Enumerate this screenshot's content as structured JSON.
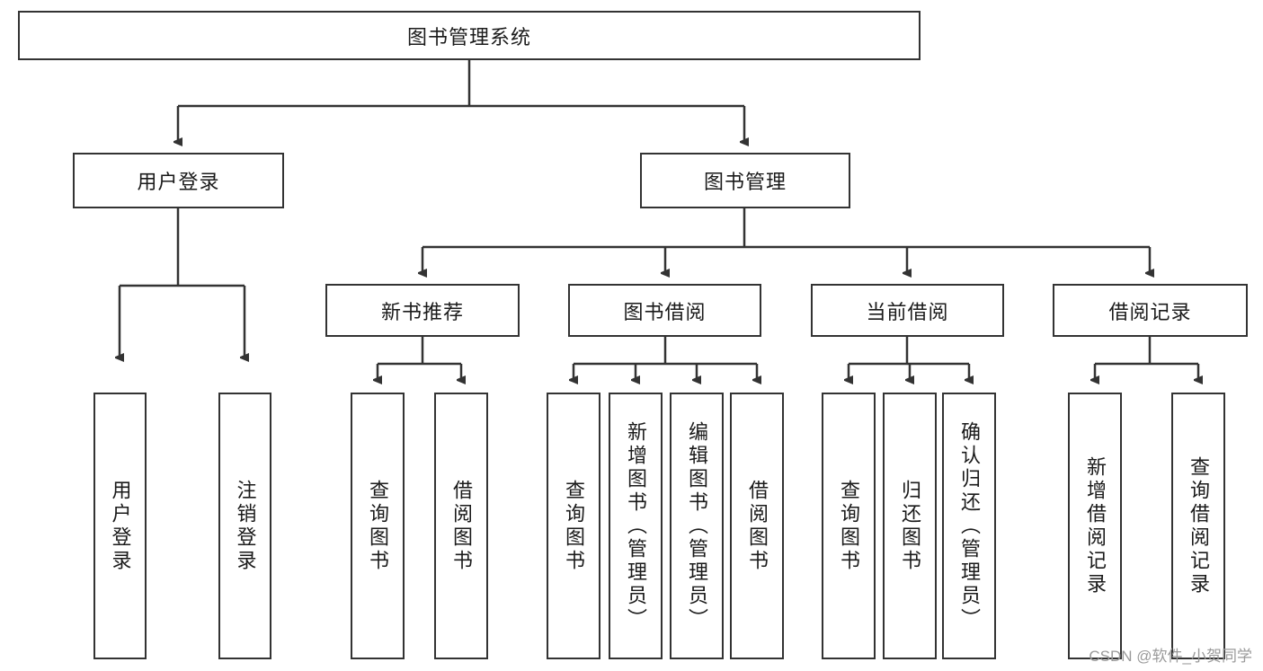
{
  "diagram": {
    "title": "图书管理系统",
    "type": "tree",
    "root": {
      "label": "图书管理系统"
    },
    "level2": [
      {
        "label": "用户登录"
      },
      {
        "label": "图书管理"
      }
    ],
    "level3": [
      {
        "label": "新书推荐"
      },
      {
        "label": "图书借阅"
      },
      {
        "label": "当前借阅"
      },
      {
        "label": "借阅记录"
      }
    ],
    "leaves": {
      "user_login": [
        {
          "label": "用户登录"
        },
        {
          "label": "注销登录"
        }
      ],
      "new_book": [
        {
          "label": "查询图书"
        },
        {
          "label": "借阅图书"
        }
      ],
      "book_borrow": [
        {
          "label": "查询图书"
        },
        {
          "label": "新增图书（管理员）"
        },
        {
          "label": "编辑图书（管理员）"
        },
        {
          "label": "借阅图书"
        }
      ],
      "current_borrow": [
        {
          "label": "查询图书"
        },
        {
          "label": "归还图书"
        },
        {
          "label": "确认归还（管理员）"
        }
      ],
      "borrow_record": [
        {
          "label": "新增借阅记录"
        },
        {
          "label": "查询借阅记录"
        }
      ]
    }
  },
  "watermark": {
    "text": "CSDN @软件_小贺同学"
  },
  "colors": {
    "border": "#333333",
    "text": "#1a1a1a",
    "background": "#ffffff",
    "watermark": "#9a9a9a"
  }
}
